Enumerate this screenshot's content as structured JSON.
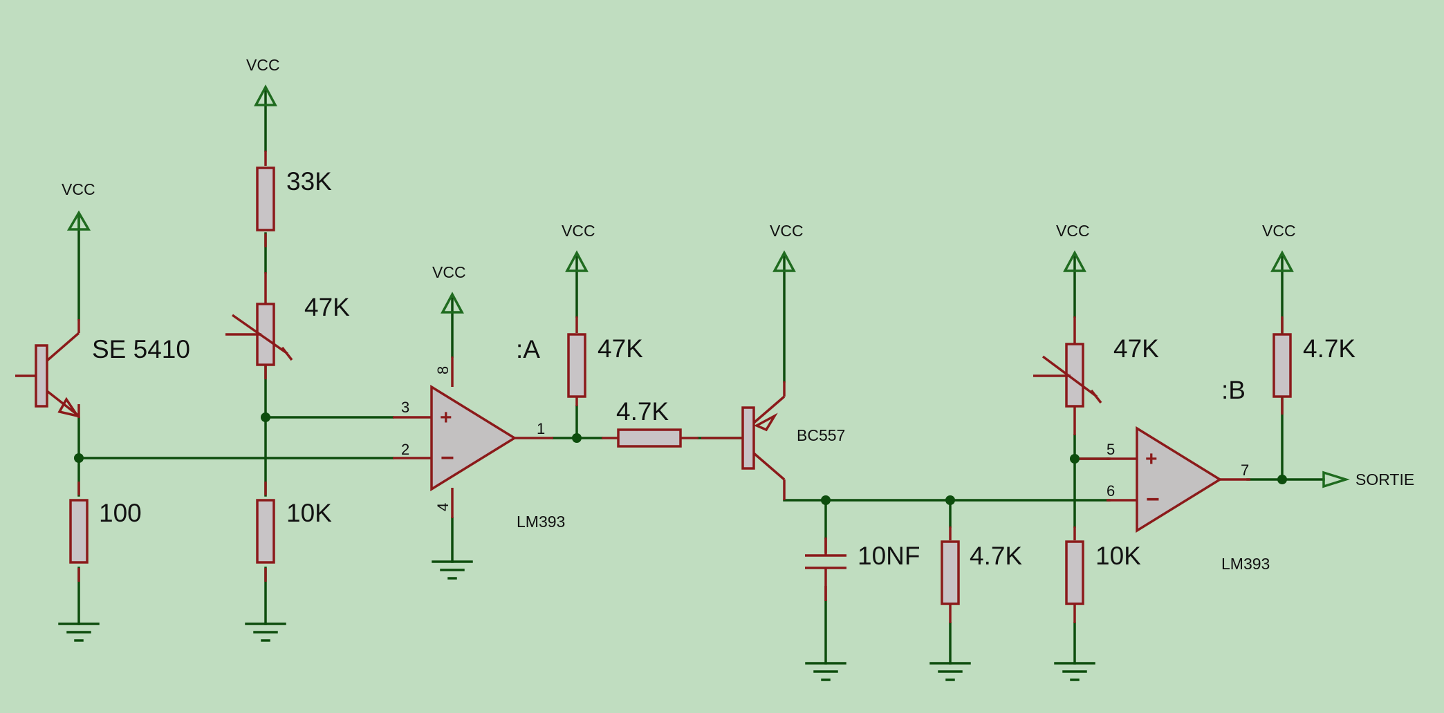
{
  "supply_label": "VCC",
  "transistors": {
    "q1": "SE 5410",
    "q2": "BC557"
  },
  "resistors": {
    "r_33k": "33K",
    "pot_47k_left": "47K",
    "r_100": "100",
    "r_10k_left": "10K",
    "r_47k_pullup_a": "47K",
    "r_4k7_series": "4.7K",
    "r_4k7_shunt": "4.7K",
    "pot_47k_right": "47K",
    "r_10k_right": "10K",
    "r_4k7_pullup_b": "4.7K"
  },
  "capacitor": "10NF",
  "comparators": {
    "a": {
      "name": ":A",
      "part": "LM393",
      "pins": {
        "in_plus": "3",
        "in_minus": "2",
        "out": "1",
        "vcc": "8",
        "gnd": "4"
      }
    },
    "b": {
      "name": ":B",
      "part": "LM393",
      "pins": {
        "in_plus": "5",
        "in_minus": "6",
        "out": "7"
      }
    }
  },
  "output_label": "SORTIE",
  "colors": {
    "background": "#c0ddc0",
    "wire": "#0d4d0d",
    "component": "#8b1a1a",
    "component_fill": "#c8c4c6"
  }
}
